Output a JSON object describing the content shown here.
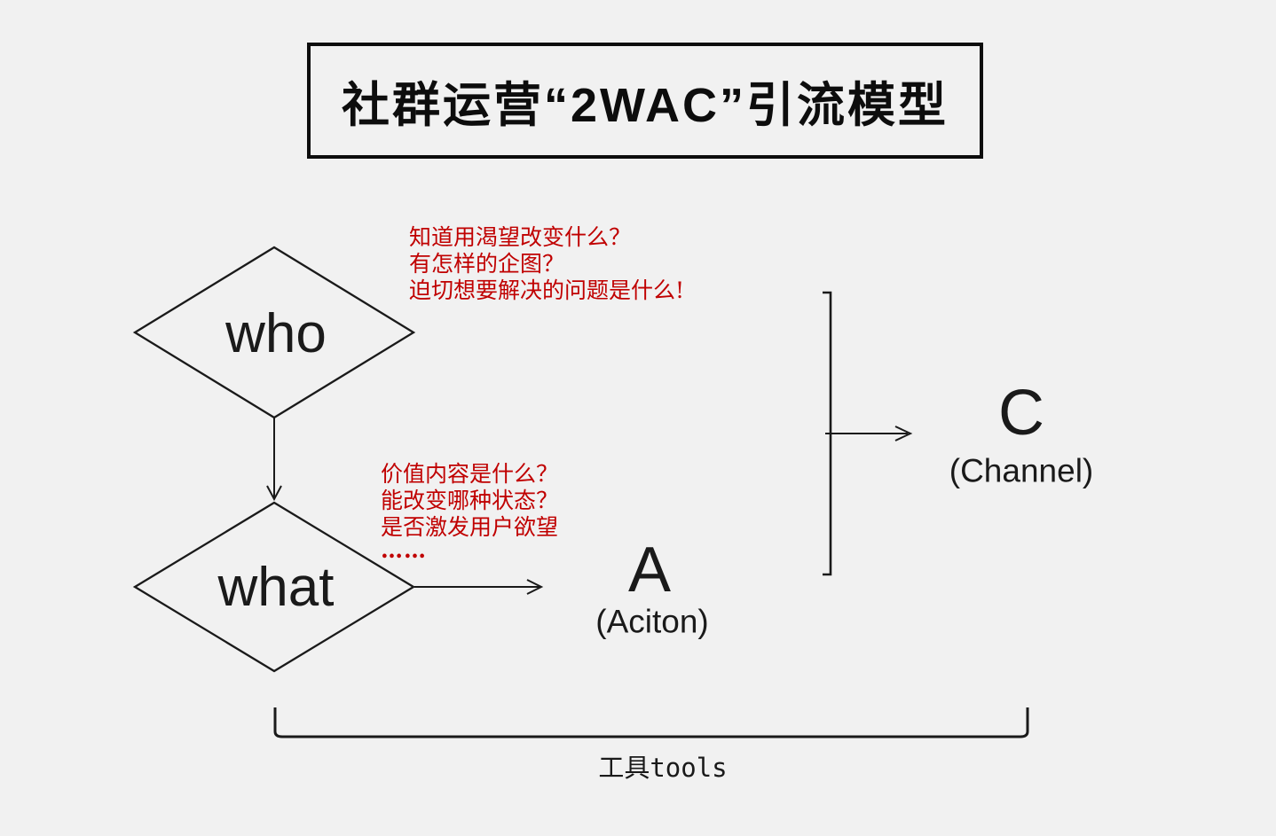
{
  "title": "社群运营“2WAC”引流模型",
  "diagram": {
    "who_label": "who",
    "what_label": "what",
    "action_letter": "A",
    "action_sub": "(Aciton)",
    "channel_letter": "C",
    "channel_sub": "(Channel)",
    "tools_label": "工具tools"
  },
  "annotations": {
    "who_questions": [
      "知道用渴望改变什么？",
      "有怎样的企图？",
      "迫切想要解决的问题是什么!"
    ],
    "what_questions": [
      "价值内容是什么？",
      "能改变哪种状态？",
      "是否激发用户欲望",
      "……"
    ]
  },
  "colors": {
    "background": "#f1f1f1",
    "line": "#1a1a1a",
    "annotation_red": "#c00000"
  }
}
